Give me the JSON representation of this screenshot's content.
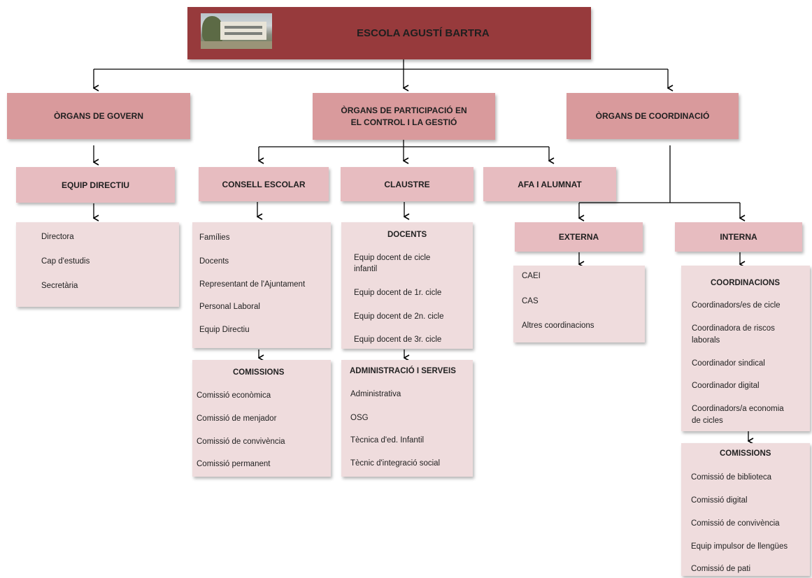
{
  "title": "ESCOLA AGUSTÍ BARTRA",
  "photo_icon": "school-building-photo",
  "colors": {
    "title": "#973a3c",
    "level1": "#d99a9c",
    "level2": "#e7bcc0",
    "list": "#efdcdd",
    "line": "#000000"
  },
  "level1": {
    "govern": "ÒRGANS DE GOVERN",
    "participacio_1": "ÒRGANS DE PARTICIPACIÓ EN",
    "participacio_2": "EL CONTROL I LA GESTIÓ",
    "coordinacio": "ÒRGANS DE COORDINACIÓ"
  },
  "level2": {
    "equip_directiu": "EQUIP DIRECTIU",
    "consell_escolar": "CONSELL ESCOLAR",
    "claustre": "CLAUSTRE",
    "afa": "AFA I ALUMNAT",
    "externa": "EXTERNA",
    "interna": "INTERNA"
  },
  "equip_directiu_items": [
    "Directora",
    "Cap d'estudis",
    "Secretària"
  ],
  "consell_items": [
    "Famílies",
    "Docents",
    "Representant de l'Ajuntament",
    "Personal Laboral",
    "Equip Directiu"
  ],
  "consell_comissions": {
    "title": "COMISSIONS",
    "items": [
      "Comissió econòmica",
      "Comissió de menjador",
      "Comissió de convivència",
      "Comissió permanent"
    ]
  },
  "claustre_docents": {
    "title": "DOCENTS",
    "item1_line1": "Equip docent de cicle",
    "item1_line2": "infantil",
    "items": [
      "Equip docent de 1r. cicle",
      "Equip docent de 2n. cicle",
      "Equip docent de 3r. cicle"
    ]
  },
  "claustre_admin": {
    "title": "ADMINISTRACIÓ I SERVEIS",
    "items": [
      "Administrativa",
      "OSG",
      "Tècnica d'ed. Infantil",
      "Tècnic d'integració social"
    ]
  },
  "externa_items": [
    "CAEI",
    "CAS",
    "Altres coordinacions"
  ],
  "interna_coordinacions": {
    "title": "COORDINACIONS",
    "item1": "Coordinadors/es de cicle",
    "item2_line1": "Coordinadora de riscos",
    "item2_line2": "laborals",
    "item3": "Coordinador sindical",
    "item4": "Coordinador digital",
    "item5_line1": "Coordinadors/a economia",
    "item5_line2": "de cicles"
  },
  "interna_comissions": {
    "title": "COMISSIONS",
    "items": [
      "Comissió de biblioteca",
      "Comissió digital",
      "Comissió de convivència",
      "Equip impulsor de llengües",
      "Comissió de pati"
    ]
  }
}
